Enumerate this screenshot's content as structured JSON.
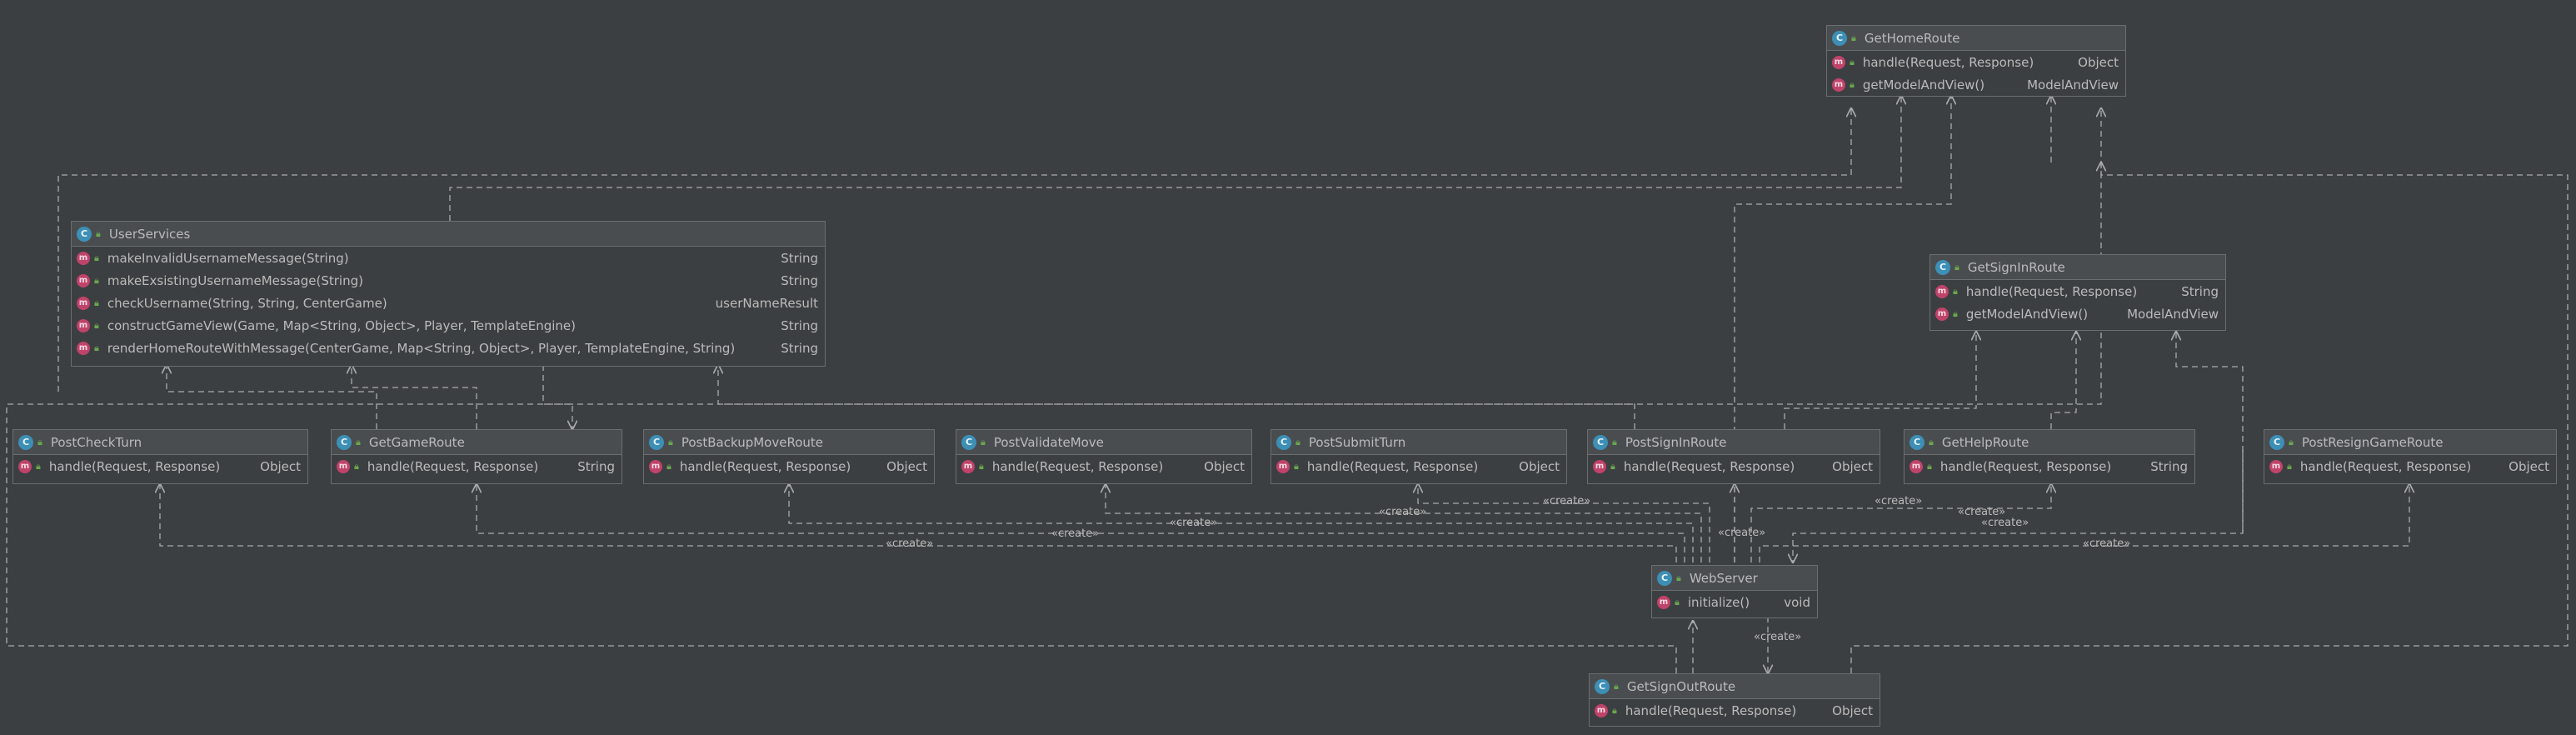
{
  "classes": {
    "get_home_route": {
      "name": "GetHomeRoute",
      "methods": [
        {
          "name": "handle(Request, Response)",
          "ret": "Object"
        },
        {
          "name": "getModelAndView()",
          "ret": "ModelAndView"
        }
      ]
    },
    "user_services": {
      "name": "UserServices",
      "methods": [
        {
          "name": "makeInvalidUsernameMessage(String)",
          "ret": "String"
        },
        {
          "name": "makeExsistingUsernameMessage(String)",
          "ret": "String"
        },
        {
          "name": "checkUsername(String, String, CenterGame)",
          "ret": "userNameResult"
        },
        {
          "name": "constructGameView(Game, Map<String, Object>, Player, TemplateEngine)",
          "ret": "String"
        },
        {
          "name": "renderHomeRouteWithMessage(CenterGame, Map<String, Object>, Player, TemplateEngine, String)",
          "ret": "String"
        }
      ]
    },
    "get_sign_in_route": {
      "name": "GetSignInRoute",
      "methods": [
        {
          "name": "handle(Request, Response)",
          "ret": "String"
        },
        {
          "name": "getModelAndView()",
          "ret": "ModelAndView"
        }
      ]
    },
    "post_check_turn": {
      "name": "PostCheckTurn",
      "methods": [
        {
          "name": "handle(Request, Response)",
          "ret": "Object"
        }
      ]
    },
    "get_game_route": {
      "name": "GetGameRoute",
      "methods": [
        {
          "name": "handle(Request, Response)",
          "ret": "String"
        }
      ]
    },
    "post_backup_move_route": {
      "name": "PostBackupMoveRoute",
      "methods": [
        {
          "name": "handle(Request, Response)",
          "ret": "Object"
        }
      ]
    },
    "post_validate_move": {
      "name": "PostValidateMove",
      "methods": [
        {
          "name": "handle(Request, Response)",
          "ret": "Object"
        }
      ]
    },
    "post_submit_turn": {
      "name": "PostSubmitTurn",
      "methods": [
        {
          "name": "handle(Request, Response)",
          "ret": "Object"
        }
      ]
    },
    "post_sign_in_route": {
      "name": "PostSignInRoute",
      "methods": [
        {
          "name": "handle(Request, Response)",
          "ret": "Object"
        }
      ]
    },
    "get_help_route": {
      "name": "GetHelpRoute",
      "methods": [
        {
          "name": "handle(Request, Response)",
          "ret": "String"
        }
      ]
    },
    "post_resign_game_route": {
      "name": "PostResignGameRoute",
      "methods": [
        {
          "name": "handle(Request, Response)",
          "ret": "Object"
        }
      ]
    },
    "web_server": {
      "name": "WebServer",
      "methods": [
        {
          "name": "initialize()",
          "ret": "void"
        }
      ]
    },
    "get_sign_out_route": {
      "name": "GetSignOutRoute",
      "methods": [
        {
          "name": "handle(Request, Response)",
          "ret": "Object"
        }
      ]
    }
  },
  "stereotype": "«create»",
  "icons": {
    "class_icon": "C",
    "method_icon": "m",
    "visibility_icon": "lock-icon"
  },
  "colors": {
    "background": "#3c3f41",
    "class_icon": "#3d8fb5",
    "method_icon": "#c0436a",
    "edge": "#a9abad",
    "visibility": "#6aa84f"
  }
}
